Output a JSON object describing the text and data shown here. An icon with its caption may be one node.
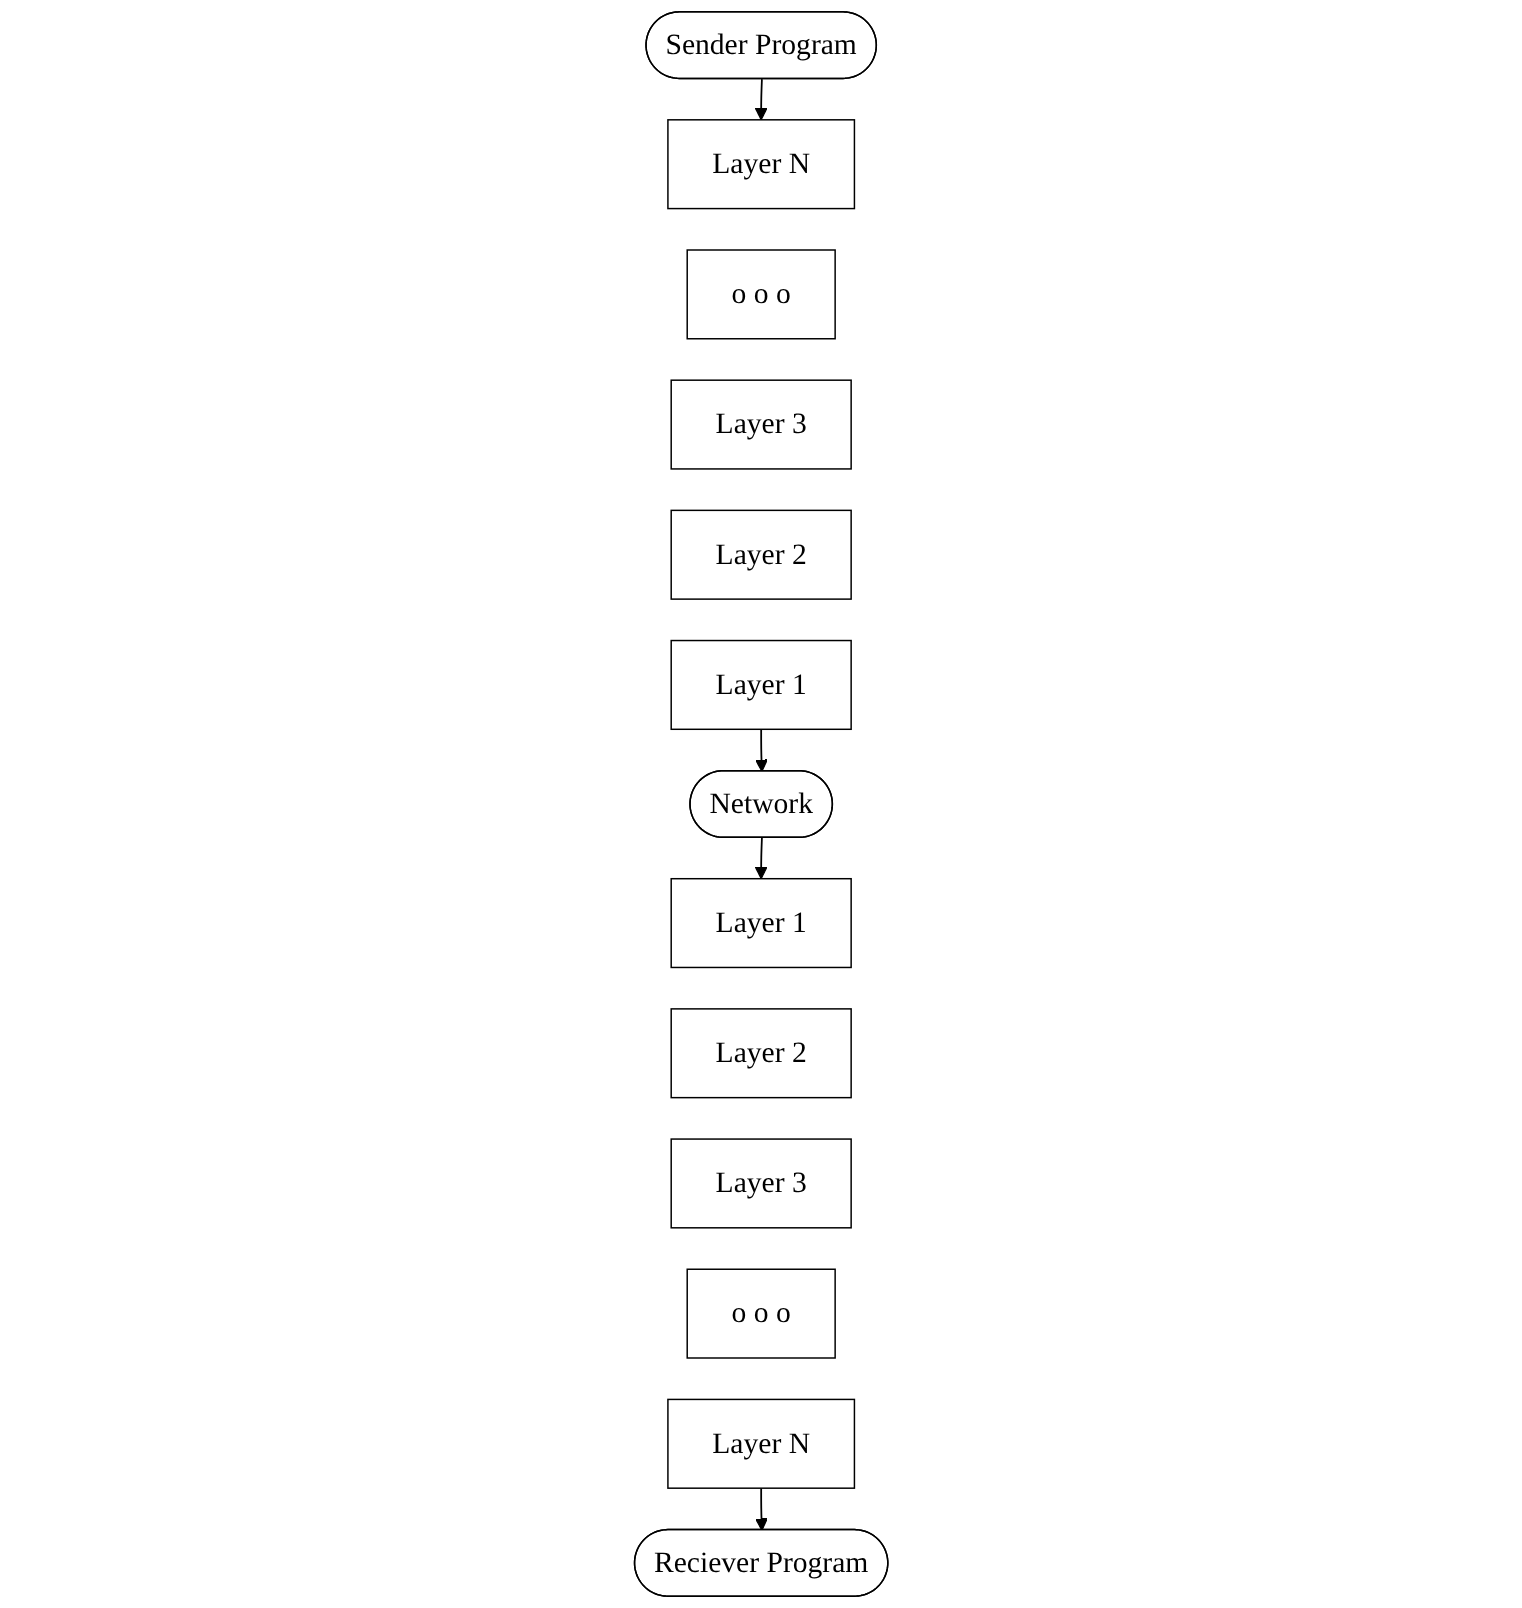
{
  "diagram": {
    "nodes": [
      {
        "text": [
          "Sender Program"
        ]
      },
      {
        "text": [
          "Layer N"
        ]
      },
      {
        "text": [
          "o o o"
        ]
      },
      {
        "text": [
          "Layer 3"
        ]
      },
      {
        "text": [
          "Layer 2"
        ]
      },
      {
        "text": [
          "Layer 1"
        ]
      },
      {
        "text": [
          "Reciever Program"
        ]
      },
      {
        "text": [
          "Layer N"
        ]
      },
      {
        "text": [
          "o o o"
        ]
      },
      {
        "text": [
          "Layer 3"
        ]
      },
      {
        "text": [
          "Layer 2"
        ]
      },
      {
        "text": [
          "Layer 1"
        ]
      },
      {
        "text": [
          "Network"
        ]
      }
    ],
    "edges": [
      {
        "from": 0,
        "to": 1,
        "arrow": "to"
      },
      {
        "from": 5,
        "to": 12,
        "arrow": "to"
      },
      {
        "from": 12,
        "to": 11,
        "arrow": "to"
      },
      {
        "from": 7,
        "to": 6,
        "arrow": "to"
      }
    ]
  }
}
